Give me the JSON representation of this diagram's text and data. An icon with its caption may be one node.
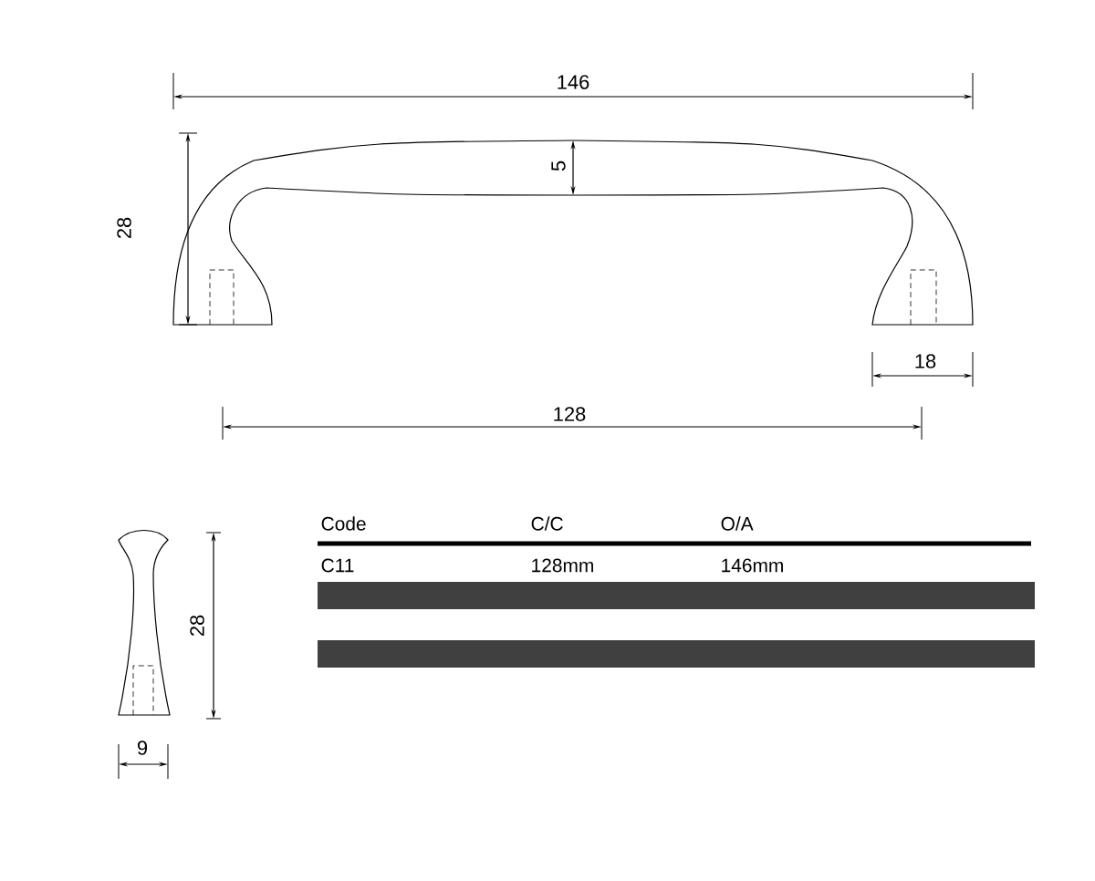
{
  "diagram": {
    "labels": [
      "146",
      "5",
      "28",
      "18",
      "128",
      "28",
      "9",
      "Code",
      "C/C",
      "O/A",
      "C11",
      "128mm",
      "146mm"
    ]
  }
}
